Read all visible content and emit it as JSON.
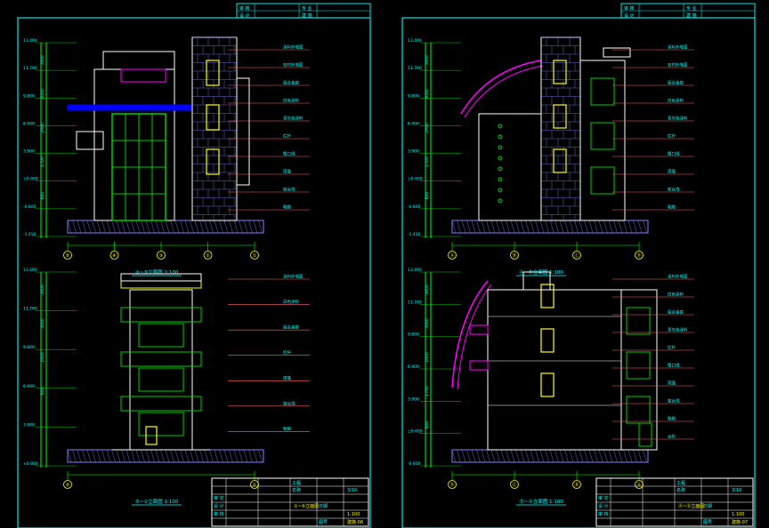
{
  "sheets": [
    {
      "stamp": {
        "c1": "审 核",
        "c2": "设 计",
        "c3": "专 业",
        "c4": "建 施"
      },
      "views": [
        {
          "title": "①~⑤立面图 1:100",
          "levels": [
            "13.400",
            "11.700",
            "9.800",
            "6.900",
            "3.900",
            "±0.000",
            "-0.600",
            "-1.450"
          ],
          "dims": [
            "3900",
            "3000",
            "2900",
            "1700",
            "600"
          ],
          "axes": [
            "⑤",
            "④",
            "③",
            "②",
            "①"
          ],
          "notes": [
            "涂料外墙面",
            "石材外墙面",
            "铝合金窗",
            "白色涂料",
            "青灰色涂料",
            "栏杆",
            "檐口线",
            "雨篷",
            "窗台线",
            "勒脚"
          ]
        },
        {
          "title": "⑤~①立面图 1:100",
          "levels": [
            "13.400",
            "11.700",
            "9.800",
            "6.900",
            "3.900",
            "±0.000"
          ],
          "dims": [
            "3900",
            "3000",
            "2900",
            "600"
          ],
          "axes": [
            "⑤",
            "①"
          ],
          "notes": [
            "涂料外墙面",
            "白色涂料",
            "铝合金窗",
            "栏杆",
            "雨篷",
            "窗台线",
            "勒脚"
          ]
        }
      ],
      "titleblock": {
        "r1": [
          "工程",
          "名称"
        ],
        "r2": [
          "审 定",
          "3/10",
          "设 计"
        ],
        "r3": [
          "审 核",
          "日期",
          "图号"
        ],
        "drawing": "①~⑤立面图",
        "scale": "1:100",
        "no": "建施-06"
      }
    },
    {
      "stamp": {
        "c1": "审 核",
        "c2": "设 计",
        "c3": "专 业",
        "c4": "建 施"
      },
      "views": [
        {
          "title": "Ⓐ~Ⓓ立面图 1:100",
          "levels": [
            "13.400",
            "11.700",
            "9.800",
            "6.900",
            "3.900",
            "±0.000",
            "-0.600",
            "-1.450"
          ],
          "dims": [
            "3900",
            "3000",
            "2900",
            "1700",
            "600"
          ],
          "axes": [
            "Ⓐ",
            "Ⓑ",
            "Ⓒ",
            "Ⓓ"
          ],
          "notes": [
            "涂料外墙面",
            "石材外墙面",
            "铝合金窗",
            "白色涂料",
            "青灰色涂料",
            "栏杆",
            "檐口线",
            "雨篷",
            "窗台线",
            "勒脚"
          ]
        },
        {
          "title": "Ⓓ~Ⓐ立面图 1:100",
          "levels": [
            "13.400",
            "11.700",
            "9.800",
            "6.900",
            "3.900",
            "±0.000",
            "-0.600"
          ],
          "dims": [
            "3900",
            "3000",
            "2900",
            "1700",
            "600"
          ],
          "axes": [
            "Ⓓ",
            "Ⓒ",
            "Ⓑ",
            "Ⓐ"
          ],
          "notes": [
            "涂料外墙面",
            "白色涂料",
            "铝合金窗",
            "青灰色涂料",
            "栏杆",
            "檐口线",
            "雨篷",
            "窗台线",
            "勒脚",
            "台阶"
          ]
        }
      ],
      "titleblock": {
        "r1": [
          "工程",
          "名称"
        ],
        "r2": [
          "审 定",
          "3/10",
          "设 计"
        ],
        "r3": [
          "审 核",
          "日期",
          "图号"
        ],
        "drawing": "Ⓐ~Ⓓ立面图",
        "scale": "1:100",
        "no": "建施-07"
      }
    }
  ],
  "colors": {
    "background": "#000000",
    "frame": "#00e5e5",
    "dim": "#00ff00",
    "leader": "#ff6666",
    "wall": "#ffffff",
    "window": "#ffff00",
    "glass": "#00cc00",
    "roof": "#ff00ff",
    "band": "#0000ff",
    "text": "#00ffff",
    "axisbubble": "#ffff00",
    "stone": "#8080ff"
  }
}
